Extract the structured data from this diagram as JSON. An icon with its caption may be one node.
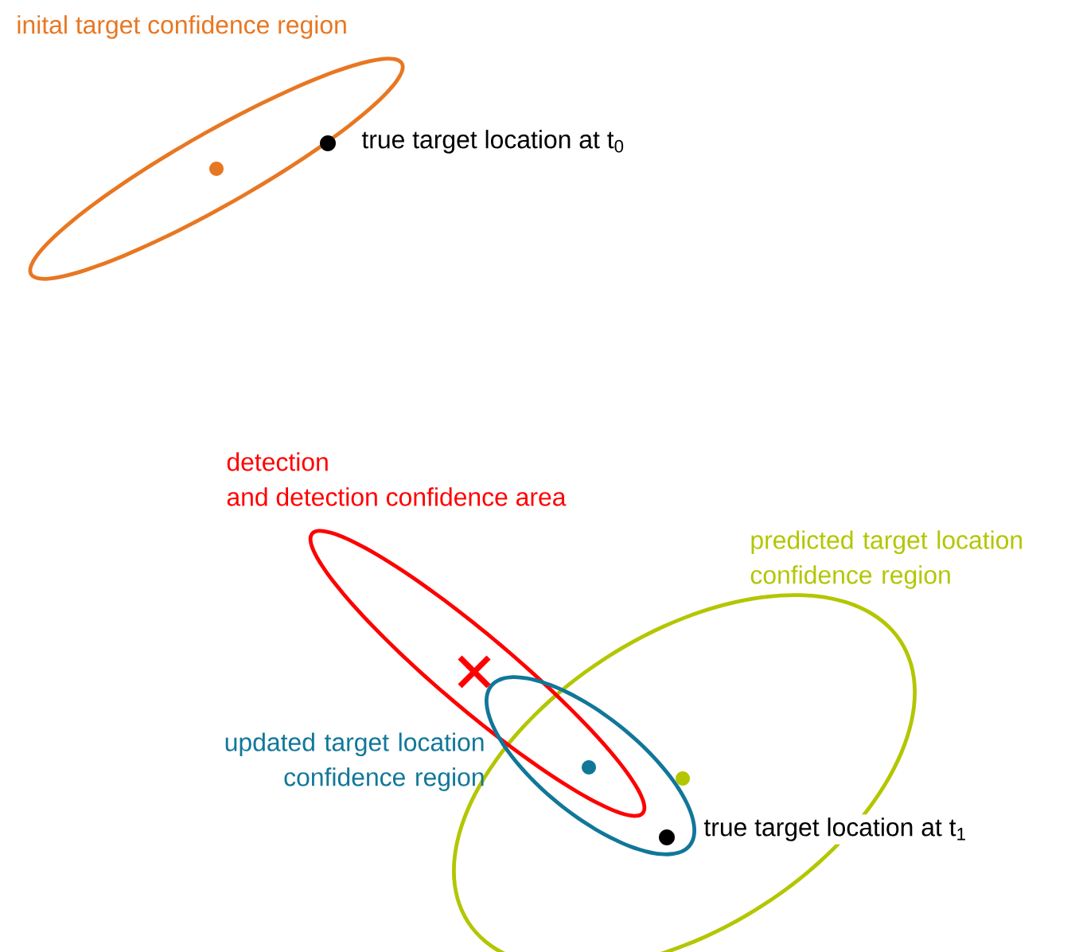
{
  "diagram": {
    "labels": [
      "inital target confidence region",
      "true target location at t$_{0}$",
      "detection",
      "and detection confidence area",
      "predicted target location confidence region",
      "updated target location confidence region",
      "true target location at t$_{1}$"
    ]
  }
}
